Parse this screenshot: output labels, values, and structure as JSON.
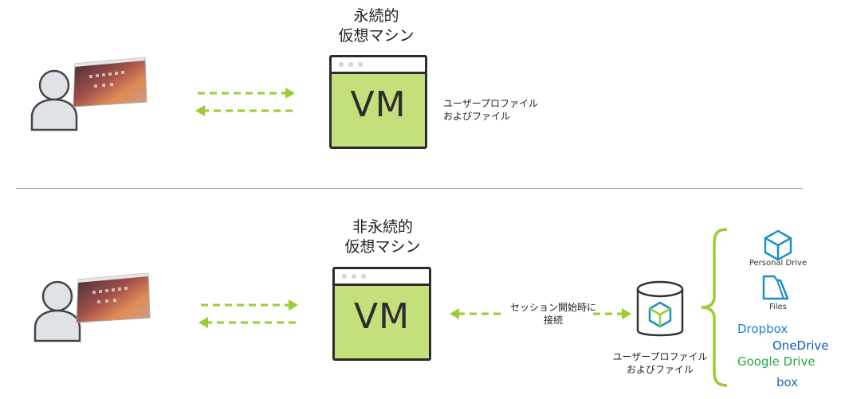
{
  "top": {
    "title_line1": "永続的",
    "title_line2": "仮想マシン",
    "vm_label": "VM",
    "caption_line1": "ユーザープロファイル",
    "caption_line2": "およびファイル"
  },
  "bottom": {
    "title_line1": "非永続的",
    "title_line2": "仮想マシン",
    "vm_label": "VM",
    "connect_line1": "セッション開始時に",
    "connect_line2": "接続",
    "storage_line1": "ユーザープロファイル",
    "storage_line2": "およびファイル"
  },
  "storage_options": {
    "personal_drive": "Personal Drive",
    "files": "Files",
    "dropbox": "Dropbox",
    "onedrive": "OneDrive",
    "google_drive": "Google Drive",
    "box": "box"
  },
  "colors": {
    "accent_green": "#9acd32",
    "vm_fill": "#c4e07a",
    "dropbox_blue": "#1e7fd3",
    "onedrive_blue": "#0b5db0",
    "google_green": "#2aa84a",
    "box_blue": "#1b6bbf"
  }
}
